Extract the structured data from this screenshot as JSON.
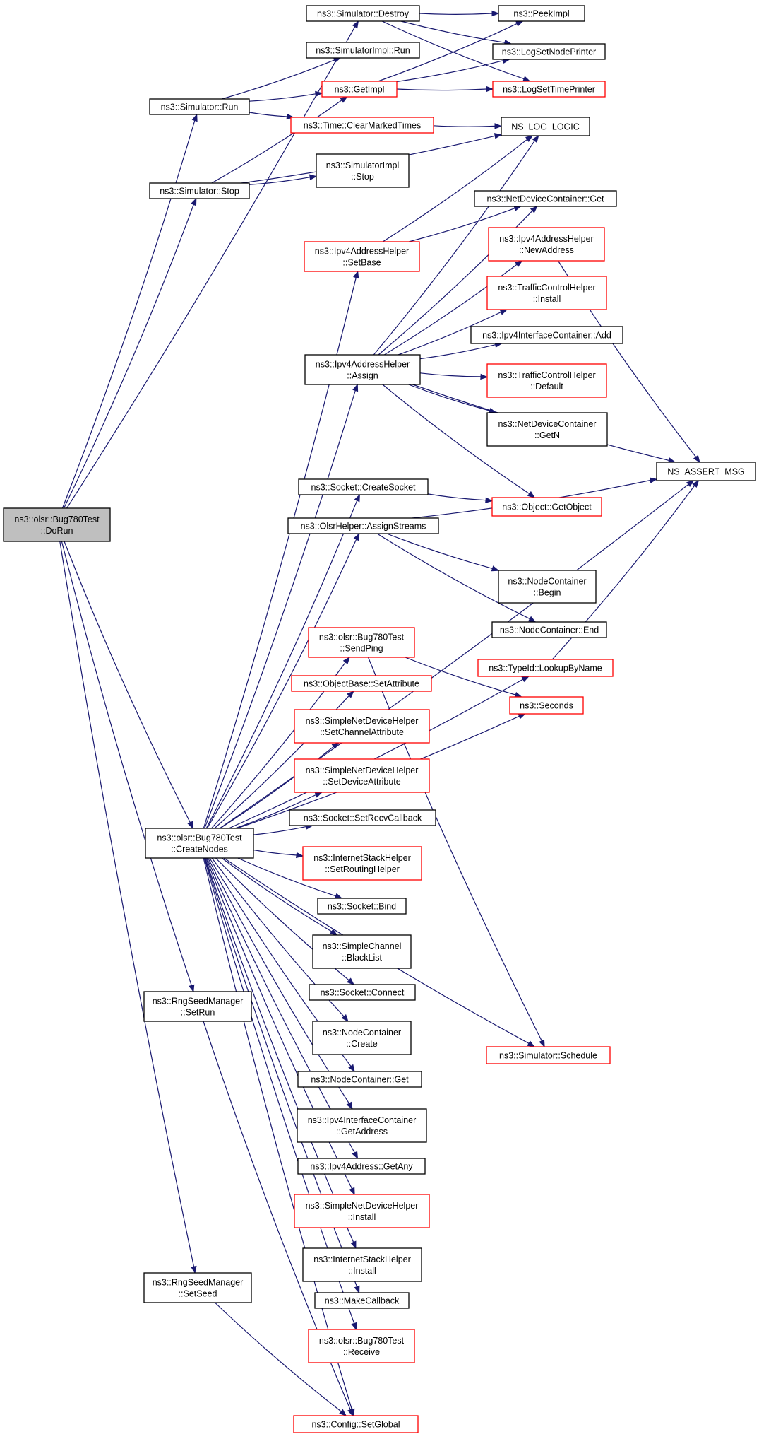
{
  "colors": {
    "edge": "#191970",
    "node_border": "#000000",
    "node_border_ref": "#ff0000",
    "root_fill": "#bfbfbf",
    "node_fill": "#ffffff"
  },
  "nodes": [
    {
      "id": "dorun",
      "lines": [
        "ns3::olsr::Bug780Test",
        "::DoRun"
      ],
      "style": "root"
    },
    {
      "id": "destroy",
      "lines": [
        "ns3::Simulator::Destroy"
      ],
      "style": "plain"
    },
    {
      "id": "peekimpl",
      "lines": [
        "ns3::PeekImpl"
      ],
      "style": "plain"
    },
    {
      "id": "simimplrun",
      "lines": [
        "ns3::SimulatorImpl::Run"
      ],
      "style": "plain"
    },
    {
      "id": "lognodeprinter",
      "lines": [
        "ns3::LogSetNodePrinter"
      ],
      "style": "plain"
    },
    {
      "id": "getimpl",
      "lines": [
        "ns3::GetImpl"
      ],
      "style": "ref"
    },
    {
      "id": "simrun",
      "lines": [
        "ns3::Simulator::Run"
      ],
      "style": "plain"
    },
    {
      "id": "logtimeprinter",
      "lines": [
        "ns3::LogSetTimePrinter"
      ],
      "style": "ref"
    },
    {
      "id": "clearmarked",
      "lines": [
        "ns3::Time::ClearMarkedTimes"
      ],
      "style": "ref"
    },
    {
      "id": "nslogic",
      "lines": [
        "NS_LOG_LOGIC"
      ],
      "style": "plain"
    },
    {
      "id": "simimplstop",
      "lines": [
        "ns3::SimulatorImpl",
        "::Stop"
      ],
      "style": "plain"
    },
    {
      "id": "simstop",
      "lines": [
        "ns3::Simulator::Stop"
      ],
      "style": "plain"
    },
    {
      "id": "ndcget",
      "lines": [
        "ns3::NetDeviceContainer::Get"
      ],
      "style": "plain"
    },
    {
      "id": "setbase",
      "lines": [
        "ns3::Ipv4AddressHelper",
        "::SetBase"
      ],
      "style": "ref"
    },
    {
      "id": "newaddr",
      "lines": [
        "ns3::Ipv4AddressHelper",
        "::NewAddress"
      ],
      "style": "ref"
    },
    {
      "id": "tchinstall",
      "lines": [
        "ns3::TrafficControlHelper",
        "::Install"
      ],
      "style": "ref"
    },
    {
      "id": "iicadd",
      "lines": [
        "ns3::Ipv4InterfaceContainer::Add"
      ],
      "style": "plain"
    },
    {
      "id": "assign",
      "lines": [
        "ns3::Ipv4AddressHelper",
        "::Assign"
      ],
      "style": "plain"
    },
    {
      "id": "tchdefault",
      "lines": [
        "ns3::TrafficControlHelper",
        "::Default"
      ],
      "style": "ref"
    },
    {
      "id": "ndcgetn",
      "lines": [
        "ns3::NetDeviceContainer",
        "::GetN"
      ],
      "style": "plain"
    },
    {
      "id": "assertmsg",
      "lines": [
        "NS_ASSERT_MSG"
      ],
      "style": "plain"
    },
    {
      "id": "createsocket",
      "lines": [
        "ns3::Socket::CreateSocket"
      ],
      "style": "plain"
    },
    {
      "id": "getobject",
      "lines": [
        "ns3::Object::GetObject"
      ],
      "style": "ref"
    },
    {
      "id": "assignstreams",
      "lines": [
        "ns3::OlsrHelper::AssignStreams"
      ],
      "style": "plain"
    },
    {
      "id": "ncbegin",
      "lines": [
        "ns3::NodeContainer",
        "::Begin"
      ],
      "style": "plain"
    },
    {
      "id": "ncend",
      "lines": [
        "ns3::NodeContainer::End"
      ],
      "style": "plain"
    },
    {
      "id": "sendping",
      "lines": [
        "ns3::olsr::Bug780Test",
        "::SendPing"
      ],
      "style": "ref"
    },
    {
      "id": "lookupbyname",
      "lines": [
        "ns3::TypeId::LookupByName"
      ],
      "style": "ref"
    },
    {
      "id": "setattribute",
      "lines": [
        "ns3::ObjectBase::SetAttribute"
      ],
      "style": "ref"
    },
    {
      "id": "seconds",
      "lines": [
        "ns3::Seconds"
      ],
      "style": "ref"
    },
    {
      "id": "setchanattr",
      "lines": [
        "ns3::SimpleNetDeviceHelper",
        "::SetChannelAttribute"
      ],
      "style": "ref"
    },
    {
      "id": "setdevattr",
      "lines": [
        "ns3::SimpleNetDeviceHelper",
        "::SetDeviceAttribute"
      ],
      "style": "ref"
    },
    {
      "id": "setrecv",
      "lines": [
        "ns3::Socket::SetRecvCallback"
      ],
      "style": "plain"
    },
    {
      "id": "createnodes",
      "lines": [
        "ns3::olsr::Bug780Test",
        "::CreateNodes"
      ],
      "style": "plain"
    },
    {
      "id": "setrouting",
      "lines": [
        "ns3::InternetStackHelper",
        "::SetRoutingHelper"
      ],
      "style": "ref"
    },
    {
      "id": "bind",
      "lines": [
        "ns3::Socket::Bind"
      ],
      "style": "plain"
    },
    {
      "id": "blacklist",
      "lines": [
        "ns3::SimpleChannel",
        "::BlackList"
      ],
      "style": "plain"
    },
    {
      "id": "connect",
      "lines": [
        "ns3::Socket::Connect"
      ],
      "style": "plain"
    },
    {
      "id": "setrun",
      "lines": [
        "ns3::RngSeedManager",
        "::SetRun"
      ],
      "style": "plain"
    },
    {
      "id": "nccreate",
      "lines": [
        "ns3::NodeContainer",
        "::Create"
      ],
      "style": "plain"
    },
    {
      "id": "schedule",
      "lines": [
        "ns3::Simulator::Schedule"
      ],
      "style": "ref"
    },
    {
      "id": "ncget",
      "lines": [
        "ns3::NodeContainer::Get"
      ],
      "style": "plain"
    },
    {
      "id": "iicgetaddr",
      "lines": [
        "ns3::Ipv4InterfaceContainer",
        "::GetAddress"
      ],
      "style": "plain"
    },
    {
      "id": "getany",
      "lines": [
        "ns3::Ipv4Address::GetAny"
      ],
      "style": "plain"
    },
    {
      "id": "sndhinstall",
      "lines": [
        "ns3::SimpleNetDeviceHelper",
        "::Install"
      ],
      "style": "ref"
    },
    {
      "id": "ishinstall",
      "lines": [
        "ns3::InternetStackHelper",
        "::Install"
      ],
      "style": "plain"
    },
    {
      "id": "setseed",
      "lines": [
        "ns3::RngSeedManager",
        "::SetSeed"
      ],
      "style": "plain"
    },
    {
      "id": "makecallback",
      "lines": [
        "ns3::MakeCallback"
      ],
      "style": "plain"
    },
    {
      "id": "receive",
      "lines": [
        "ns3::olsr::Bug780Test",
        "::Receive"
      ],
      "style": "ref"
    },
    {
      "id": "setglobal",
      "lines": [
        "ns3::Config::SetGlobal"
      ],
      "style": "ref"
    }
  ],
  "edges": [
    [
      "dorun",
      "destroy"
    ],
    [
      "dorun",
      "simrun"
    ],
    [
      "dorun",
      "simstop"
    ],
    [
      "dorun",
      "createnodes"
    ],
    [
      "dorun",
      "setrun"
    ],
    [
      "dorun",
      "setseed"
    ],
    [
      "destroy",
      "peekimpl"
    ],
    [
      "destroy",
      "lognodeprinter"
    ],
    [
      "destroy",
      "logtimeprinter"
    ],
    [
      "simrun",
      "simimplrun"
    ],
    [
      "simrun",
      "getimpl"
    ],
    [
      "simrun",
      "clearmarked"
    ],
    [
      "getimpl",
      "peekimpl"
    ],
    [
      "getimpl",
      "lognodeprinter"
    ],
    [
      "getimpl",
      "logtimeprinter"
    ],
    [
      "clearmarked",
      "nslogic"
    ],
    [
      "simstop",
      "getimpl"
    ],
    [
      "simstop",
      "simimplstop"
    ],
    [
      "simstop",
      "nslogic"
    ],
    [
      "setbase",
      "nslogic"
    ],
    [
      "setbase",
      "ndcget"
    ],
    [
      "assign",
      "nslogic"
    ],
    [
      "assign",
      "ndcget"
    ],
    [
      "assign",
      "newaddr"
    ],
    [
      "assign",
      "tchinstall"
    ],
    [
      "assign",
      "iicadd"
    ],
    [
      "assign",
      "tchdefault"
    ],
    [
      "assign",
      "ndcgetn"
    ],
    [
      "assign",
      "assertmsg"
    ],
    [
      "assign",
      "getobject"
    ],
    [
      "newaddr",
      "assertmsg"
    ],
    [
      "createsocket",
      "getobject"
    ],
    [
      "assignstreams",
      "assertmsg"
    ],
    [
      "assignstreams",
      "ncbegin"
    ],
    [
      "assignstreams",
      "ncend"
    ],
    [
      "sendping",
      "seconds"
    ],
    [
      "sendping",
      "schedule"
    ],
    [
      "lookupbyname",
      "assertmsg"
    ],
    [
      "createnodes",
      "setbase"
    ],
    [
      "createnodes",
      "assertmsg"
    ],
    [
      "createnodes",
      "assign"
    ],
    [
      "createnodes",
      "createsocket"
    ],
    [
      "createnodes",
      "assignstreams"
    ],
    [
      "createnodes",
      "lookupbyname"
    ],
    [
      "createnodes",
      "seconds"
    ],
    [
      "createnodes",
      "sendping"
    ],
    [
      "createnodes",
      "setattribute"
    ],
    [
      "createnodes",
      "setchanattr"
    ],
    [
      "createnodes",
      "setdevattr"
    ],
    [
      "createnodes",
      "setrecv"
    ],
    [
      "createnodes",
      "setrouting"
    ],
    [
      "createnodes",
      "bind"
    ],
    [
      "createnodes",
      "blacklist"
    ],
    [
      "createnodes",
      "connect"
    ],
    [
      "createnodes",
      "nccreate"
    ],
    [
      "createnodes",
      "ncget"
    ],
    [
      "createnodes",
      "iicgetaddr"
    ],
    [
      "createnodes",
      "getany"
    ],
    [
      "createnodes",
      "sndhinstall"
    ],
    [
      "createnodes",
      "ishinstall"
    ],
    [
      "createnodes",
      "makecallback"
    ],
    [
      "createnodes",
      "receive"
    ],
    [
      "createnodes",
      "schedule"
    ],
    [
      "createnodes",
      "setglobal"
    ],
    [
      "setrun",
      "setglobal"
    ],
    [
      "setseed",
      "setglobal"
    ]
  ]
}
